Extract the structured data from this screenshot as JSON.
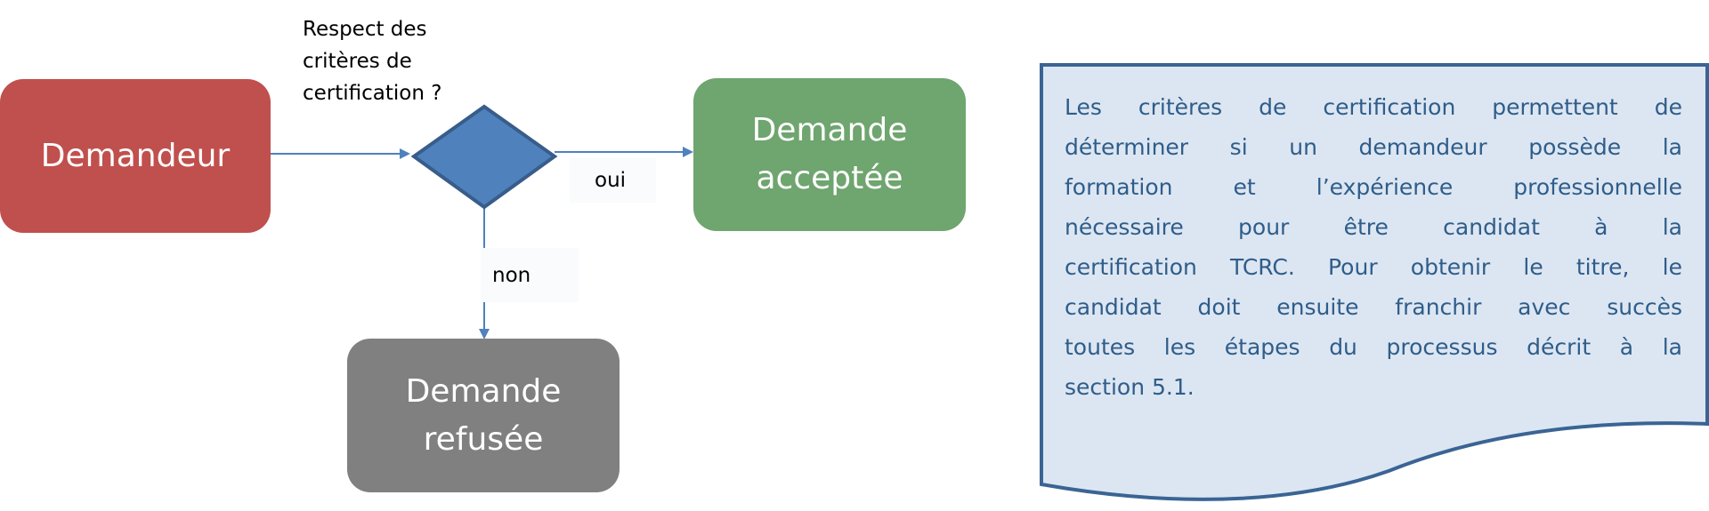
{
  "flowchart": {
    "start": {
      "label": "Demandeur",
      "color": "#c0504d"
    },
    "decision": {
      "question": "Respect des critères de certification ?",
      "question_lines": [
        "Respect des",
        "critères de",
        "certification ?"
      ],
      "color": "#4f81bd"
    },
    "accepted": {
      "label": "Demande acceptée",
      "label_lines": [
        "Demande",
        "acceptée"
      ],
      "color": "#6fa56f"
    },
    "refused": {
      "label": "Demande refusée",
      "label_lines": [
        "Demande",
        "refusée"
      ],
      "color": "#808080"
    },
    "edges": {
      "yes_label": "oui",
      "no_label": "non"
    },
    "arrow_color": "#4f81bd"
  },
  "note": {
    "text": "Les critères de certification permettent de déterminer si un demandeur possède la formation et l’expérience professionnelle nécessaire pour être candidat à la certification TCRC. Pour obtenir le titre, le candidat doit ensuite franchir avec succès toutes les étapes du processus décrit à la section 5.1.",
    "lines": [
      "Les critères de certification permettent de",
      "déterminer si un demandeur possède la",
      "formation et l’expérience professionnelle",
      "nécessaire pour être candidat à la",
      "certification TCRC. Pour obtenir le titre, le",
      "candidat doit ensuite franchir avec succès",
      "toutes les étapes du processus décrit à la",
      "section 5.1."
    ],
    "fill_color": "#dce6f2",
    "border_color": "#3a6494",
    "text_color": "#2f5d8a"
  }
}
